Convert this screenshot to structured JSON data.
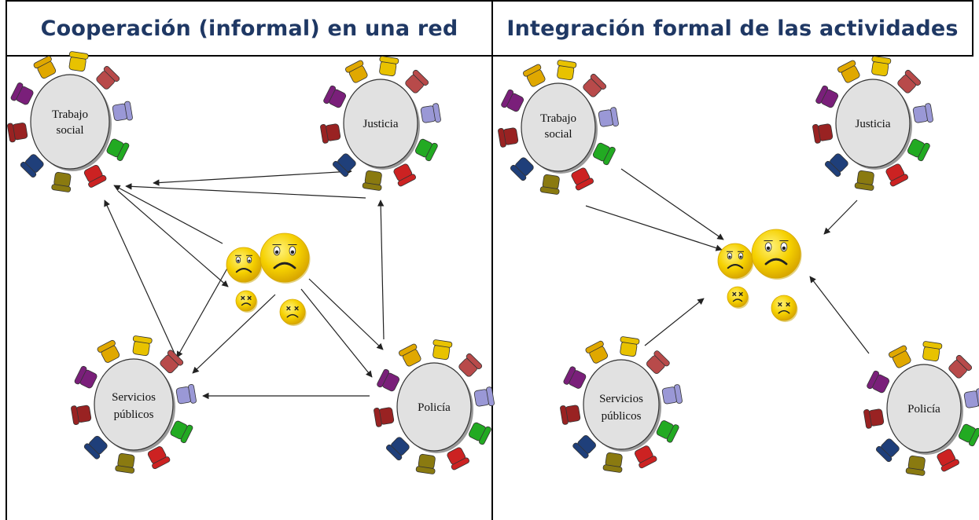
{
  "panels": {
    "left": {
      "title": "Cooperación (informal) en una red"
    },
    "right": {
      "title": "Integración formal de las actividades"
    }
  },
  "tables": {
    "trabajo_social": {
      "line1": "Trabajo",
      "line2": "social"
    },
    "justicia": {
      "line1": "Justicia"
    },
    "servicios_publicos": {
      "line1": "Servicios",
      "line2": "públicos"
    },
    "policia": {
      "line1": "Policía"
    }
  },
  "colors": {
    "header_text": "#1f3864",
    "table_fill": "#e1e1e1",
    "emoji_yellow": "#f5d000",
    "chairs": [
      "#e8c200",
      "#b84a4a",
      "#9a98d6",
      "#22aa22",
      "#cc2222",
      "#8a7a10",
      "#1f3f7a",
      "#992222",
      "#7a1f7a",
      "#e0a800"
    ]
  }
}
